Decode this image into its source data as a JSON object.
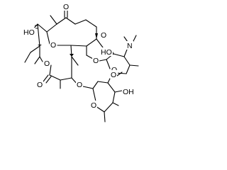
{
  "atoms": {
    "ketone_o": "O",
    "hydroxy_ho": "HO",
    "ring_o": "O",
    "methoxy_o": "O",
    "amine_n": "N",
    "sugar1_ho": "HO",
    "sugar1_ring_o": "O",
    "glycoside_o1": "O",
    "lactone_ring_o": "O",
    "lactone_carbonyl_o": "O",
    "glycoside_o2": "O",
    "sugar2_ring_o": "O",
    "sugar2_methoxy_o": "O",
    "sugar2_oh": "OH"
  }
}
